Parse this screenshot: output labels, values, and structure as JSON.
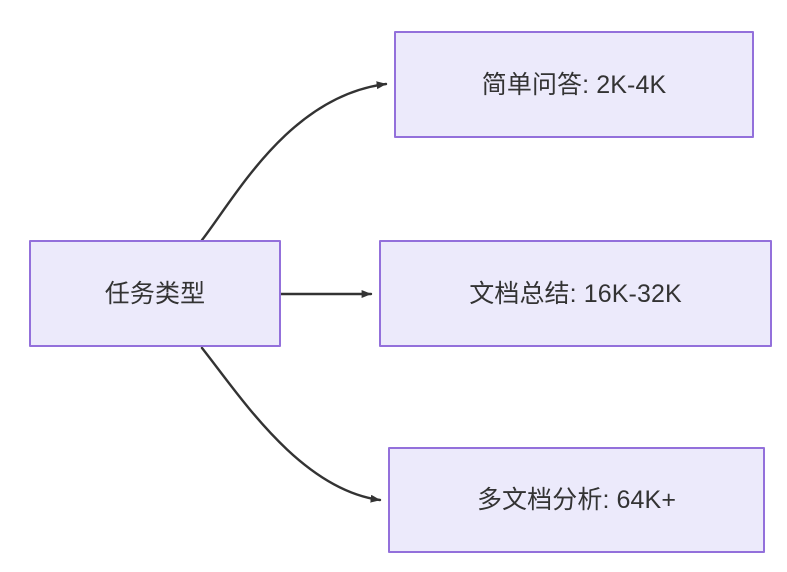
{
  "diagram": {
    "type": "flowchart",
    "direction": "left-to-right",
    "background_color": "#FFFFFF",
    "node_fill_color": "#ECEAFB",
    "node_border_color": "#9370DB",
    "text_color": "#333333",
    "edge_color": "#333333",
    "nodes": [
      {
        "id": "source",
        "label": "任务类型",
        "role": "root"
      },
      {
        "id": "simple-qa",
        "label": "简单问答: 2K-4K",
        "role": "branch"
      },
      {
        "id": "doc-summary",
        "label": "文档总结: 16K-32K",
        "role": "branch"
      },
      {
        "id": "multi-doc",
        "label": "多文档分析: 64K+",
        "role": "branch"
      }
    ],
    "edges": [
      {
        "id": "edge-source-to-simple-qa",
        "from": "source",
        "to": "simple-qa",
        "label": "",
        "style": "curved"
      },
      {
        "id": "edge-source-to-doc-summary",
        "from": "source",
        "to": "doc-summary",
        "label": "",
        "style": "straight"
      },
      {
        "id": "edge-source-to-multi-doc",
        "from": "source",
        "to": "multi-doc",
        "label": "",
        "style": "curved"
      }
    ]
  }
}
